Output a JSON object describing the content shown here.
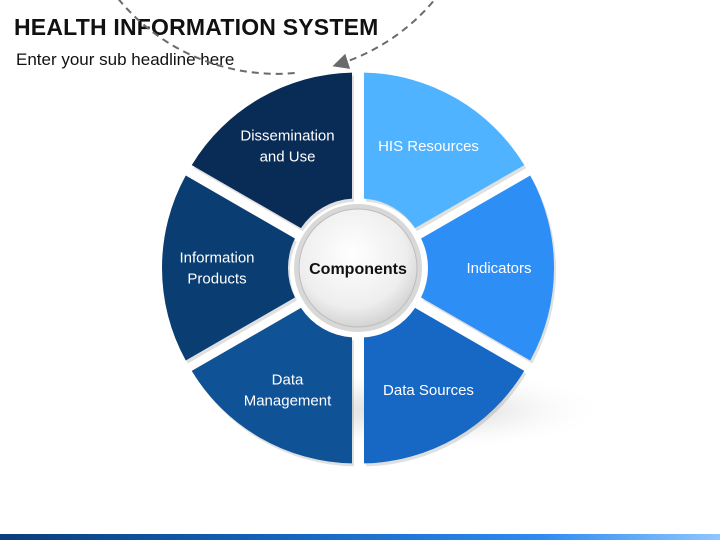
{
  "header": {
    "title": "HEALTH INFORMATION SYSTEM",
    "subtitle": "Enter your sub headline here"
  },
  "diagram": {
    "center_label": "Components",
    "segments": [
      {
        "id": "his-resources",
        "lines": [
          "HIS Resources"
        ],
        "color": "#4fb3ff"
      },
      {
        "id": "indicators",
        "lines": [
          "Indicators"
        ],
        "color": "#2d8ef5"
      },
      {
        "id": "data-sources",
        "lines": [
          "Data Sources"
        ],
        "color": "#1668c4"
      },
      {
        "id": "data-management",
        "lines": [
          "Data",
          "Management"
        ],
        "color": "#0f5296"
      },
      {
        "id": "information-products",
        "lines": [
          "Information",
          "Products"
        ],
        "color": "#0a3e72"
      },
      {
        "id": "dissemination-and-use",
        "lines": [
          "Dissemination",
          "and Use"
        ],
        "color": "#082c56"
      }
    ]
  }
}
